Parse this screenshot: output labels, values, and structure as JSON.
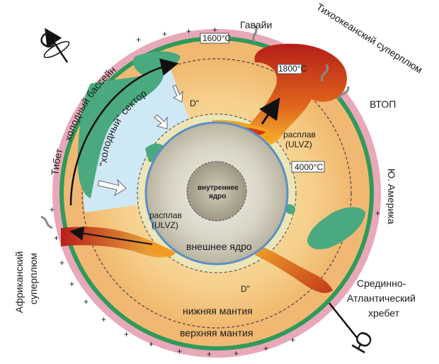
{
  "colors": {
    "crust_pink": "#e8a8b8",
    "outer_rim_green": "#2f9a5a",
    "upper_mantle": "#f3c98a",
    "lower_mantle": "#f8d79a",
    "cold_sector": "#cfe8f6",
    "dpp_layer": "#e9e3b9",
    "outer_core": "#d9d5c8",
    "inner_core": "#a8a18e",
    "plume_red": "#c4231a",
    "plume_orange": "#f0a11c",
    "slab_green": "#4aa97e",
    "core_boundary_blue": "#5b8fc7"
  },
  "poles": {
    "north": "С",
    "south": "Ю"
  },
  "labels": {
    "tibet": "Тибет",
    "cold_basin": "холодный бассейн",
    "cold_sector": "\"холодный\" сектор",
    "hawaii": "Гавайи",
    "pacific_superplume": "Тихоокеанский суперплюм",
    "vtop": "ВТОП",
    "melt_right": "расплав",
    "ulvz_right": "(ULVZ)",
    "melt_left": "расплав",
    "ulvz_left": "(ULVZ)",
    "dpp_top": "D\"",
    "dpp_bottom": "D\"",
    "inner_core_1": "внутреннее",
    "inner_core_2": "ядро",
    "outer_core": "внешнее ядро",
    "lower_mantle": "нижняя мантия",
    "upper_mantle": "верхняя мантия",
    "south_america": "Ю. Америка",
    "mid_atlantic_1": "Срединно-",
    "mid_atlantic_2": "Атлантический",
    "mid_atlantic_3": "хребет",
    "african_superplume_1": "Африканский",
    "african_superplume_2": "суперплюм"
  },
  "temperatures": {
    "surface_mantle": "1600°C",
    "plume_head": "1800°C",
    "core_mantle": "4000°C"
  }
}
